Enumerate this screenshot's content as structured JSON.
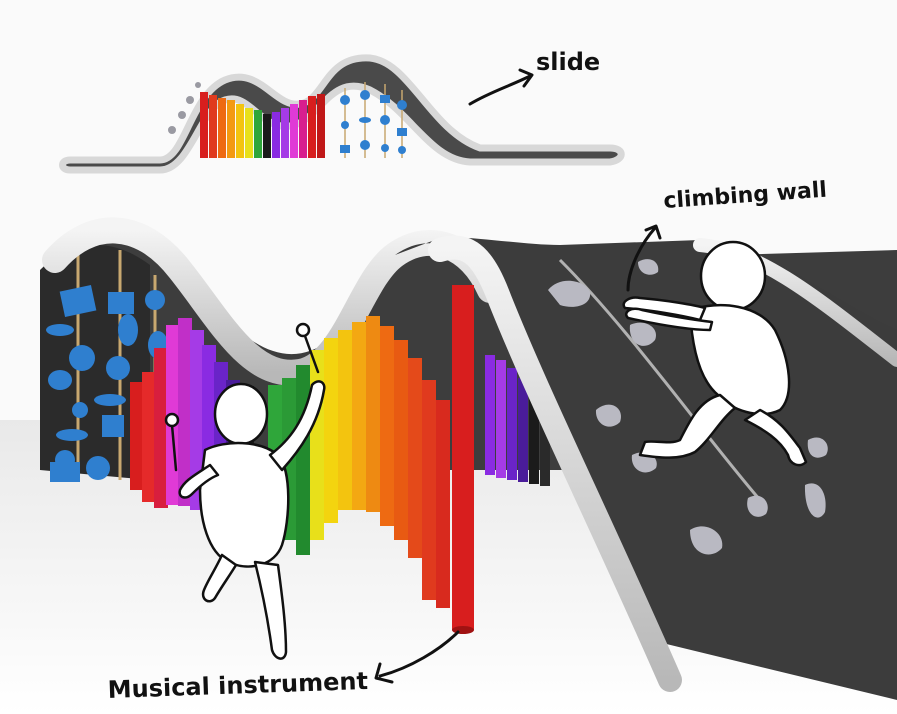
{
  "labels": {
    "slide": "slide",
    "climbing_wall": "climbing wall",
    "musical_instrument": "Musical instrument"
  },
  "colors": {
    "slide_surface": "#3a3a3a",
    "slide_rail": "#dcdcdc",
    "hold": "#b9b9c2",
    "blue_shape": "#2f7fcf",
    "pipe_spectrum": [
      "#d81e1e",
      "#ee6a12",
      "#f3c40f",
      "#2fa63a",
      "#1b1b1b",
      "#8a2be2",
      "#e03ad6"
    ]
  }
}
